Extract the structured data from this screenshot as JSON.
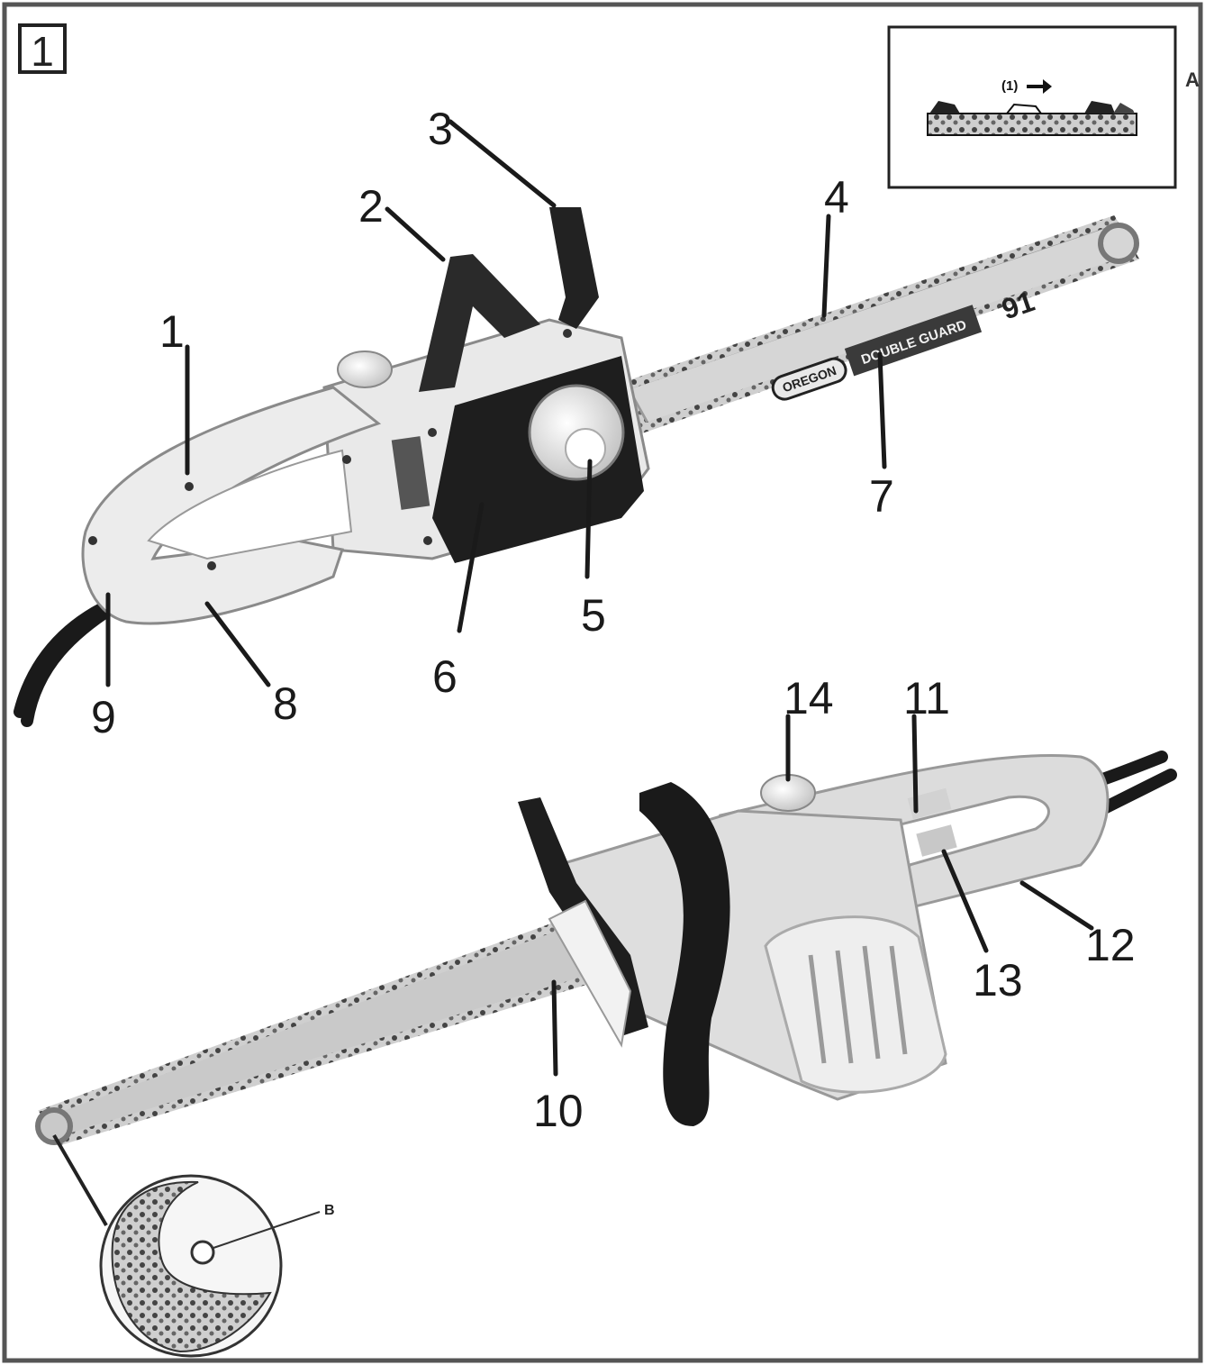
{
  "figure": {
    "number": "1",
    "edge_marker": "A"
  },
  "inset": {
    "direction_label": "(1)",
    "arrow_icon": "right-arrow-icon"
  },
  "bar_labels": {
    "brand": "OREGON",
    "model": "DOUBLE GUARD",
    "size": "91"
  },
  "callouts": [
    "1",
    "2",
    "3",
    "4",
    "5",
    "6",
    "7",
    "8",
    "9",
    "10",
    "11",
    "12",
    "13",
    "14"
  ],
  "detail": {
    "label": "B"
  }
}
